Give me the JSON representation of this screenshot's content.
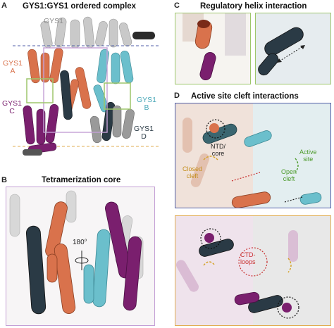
{
  "panels": {
    "a": {
      "letter": "A",
      "title": "GYS1:GYS1 ordered complex",
      "chains": {
        "gys1_top": "GYS1",
        "a_line1": "GYS1",
        "a_line2": "A",
        "b_line1": "GYS1",
        "b_line2": "B",
        "c_line1": "GYS1",
        "c_line2": "C",
        "d_line1": "GYS1",
        "d_line2": "D"
      }
    },
    "b": {
      "letter": "B",
      "title": "Tetramerization core",
      "rotation": "180°"
    },
    "c": {
      "letter": "C",
      "title": "Regulatory helix interaction"
    },
    "d": {
      "letter": "D",
      "title": "Active site cleft interactions",
      "labels": {
        "ntd_core": "NTD/\ncore",
        "closed_cleft": "Closed\ncleft",
        "active_site": "Active\nsite",
        "open_cleft": "Open\ncleft",
        "ctd_loops": "CTD-\nloops"
      }
    }
  },
  "colors": {
    "chain_a": "#d9724c",
    "chain_b": "#6bbfcc",
    "chain_c": "#7a1f6e",
    "chain_d": "#2a3a45",
    "grey": "#b8b8b8",
    "box_green": "#9dc66b",
    "box_purple": "#c4a0d6",
    "box_blue": "#4f5ea8",
    "box_gold": "#e1ad52"
  }
}
